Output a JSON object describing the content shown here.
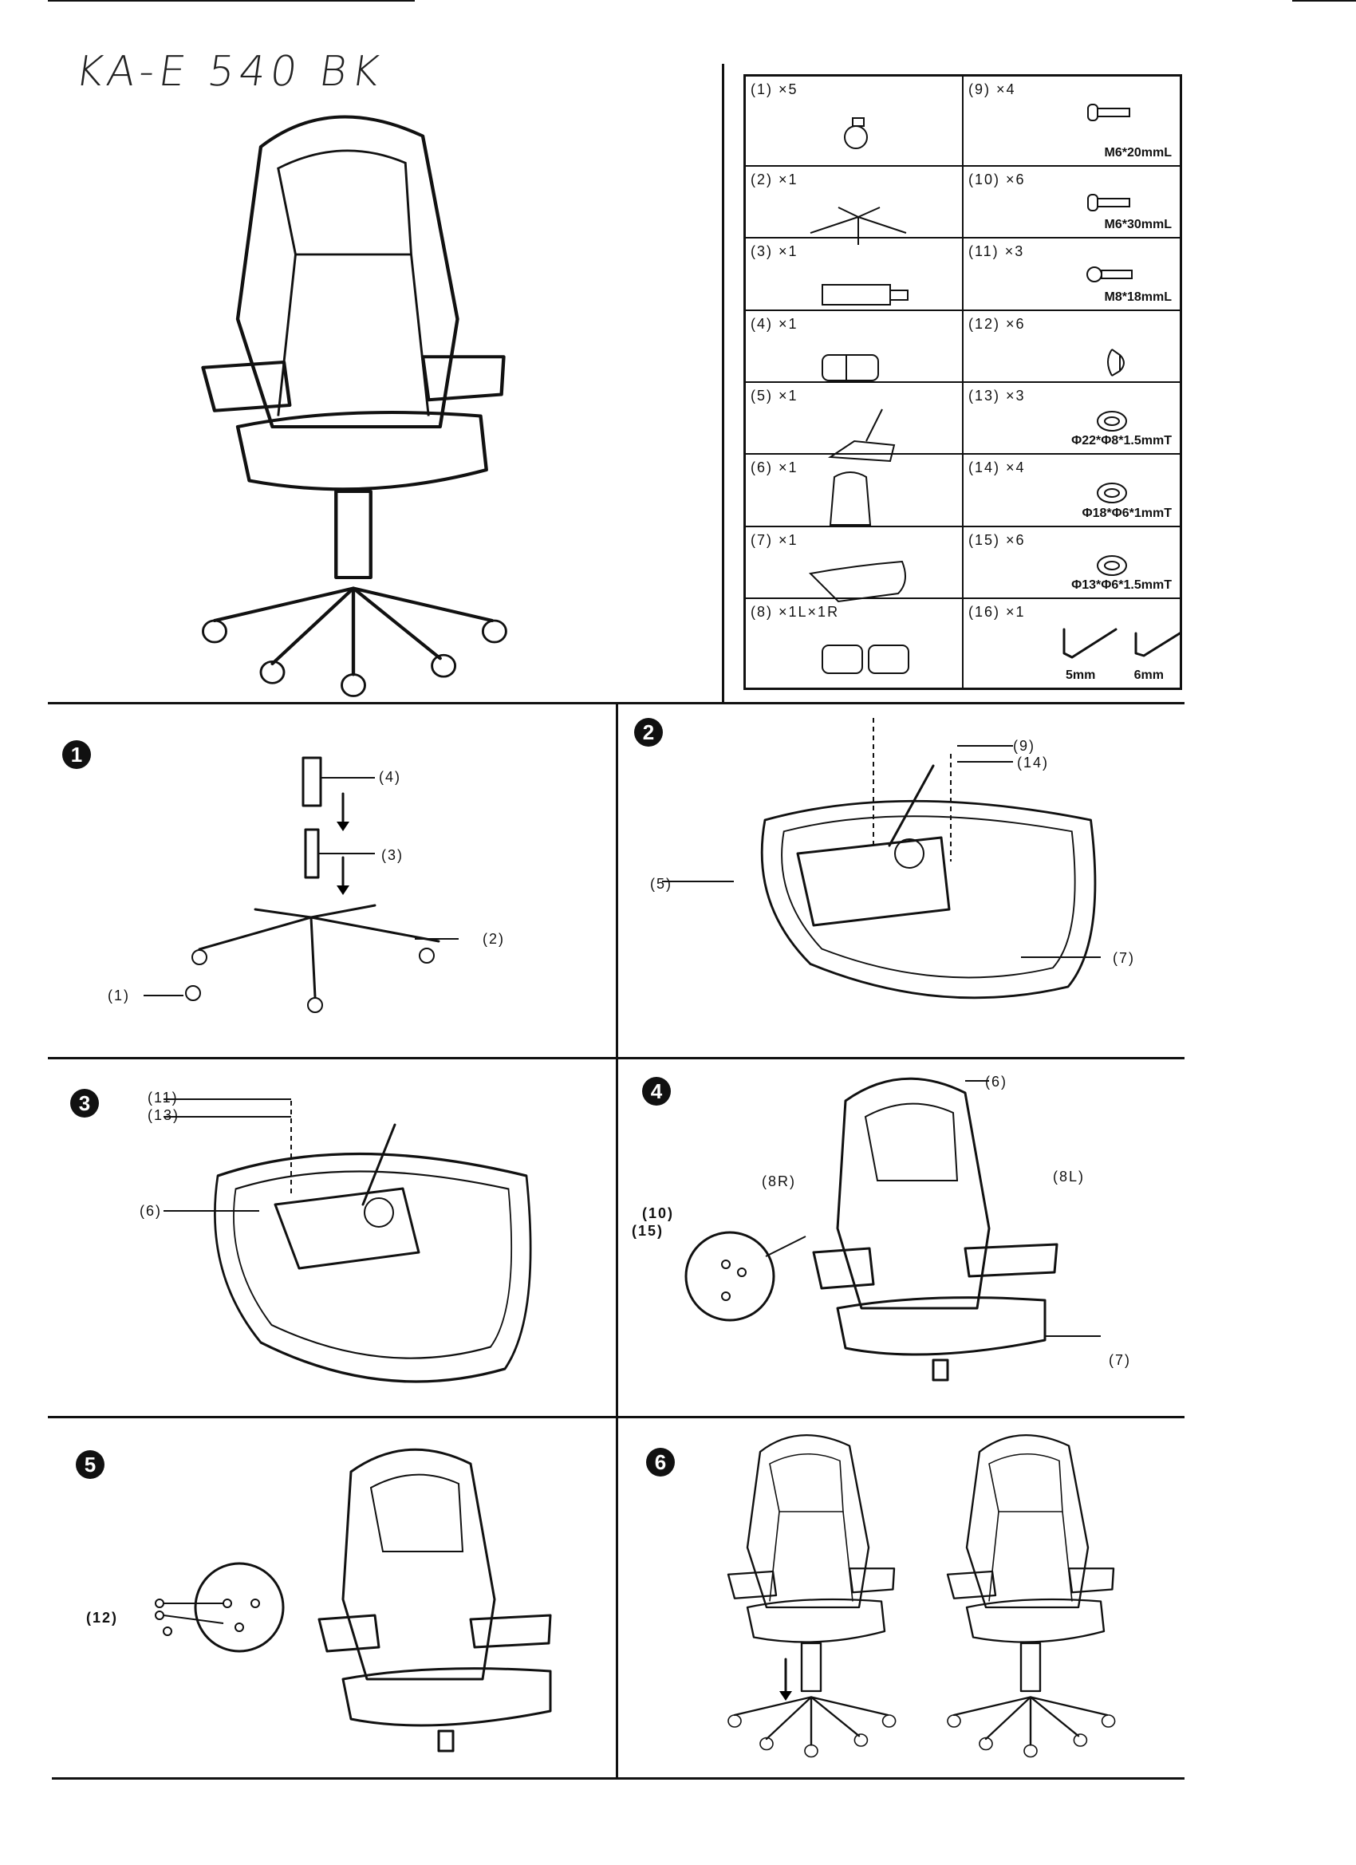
{
  "header": {
    "model_handwritten": "KA-E 540 BK"
  },
  "parts": [
    {
      "id": "(1)",
      "qty": "×5",
      "spec": "",
      "icon": "caster-wheel"
    },
    {
      "id": "(9)",
      "qty": "×4",
      "spec": "M6*20mmL",
      "icon": "bolt"
    },
    {
      "id": "(2)",
      "qty": "×1",
      "spec": "",
      "icon": "star-base"
    },
    {
      "id": "(10)",
      "qty": "×6",
      "spec": "M6*30mmL",
      "icon": "bolt"
    },
    {
      "id": "(3)",
      "qty": "×1",
      "spec": "",
      "icon": "gas-cylinder"
    },
    {
      "id": "(11)",
      "qty": "×3",
      "spec": "M8*18mmL",
      "icon": "hex-bolt"
    },
    {
      "id": "(4)",
      "qty": "×1",
      "spec": "",
      "icon": "cylinder-cover"
    },
    {
      "id": "(12)",
      "qty": "×6",
      "spec": "",
      "icon": "cap"
    },
    {
      "id": "(5)",
      "qty": "×1",
      "spec": "",
      "icon": "mechanism"
    },
    {
      "id": "(13)",
      "qty": "×3",
      "spec": "Φ22*Φ8*1.5mmT",
      "icon": "washer"
    },
    {
      "id": "(6)",
      "qty": "×1",
      "spec": "",
      "icon": "backrest"
    },
    {
      "id": "(14)",
      "qty": "×4",
      "spec": "Φ18*Φ6*1mmT",
      "icon": "washer"
    },
    {
      "id": "(7)",
      "qty": "×1",
      "spec": "",
      "icon": "seat"
    },
    {
      "id": "(15)",
      "qty": "×6",
      "spec": "Φ13*Φ6*1.5mmT",
      "icon": "washer"
    },
    {
      "id": "(8)",
      "qty": "×1L×1R",
      "spec": "",
      "icon": "armrests"
    },
    {
      "id": "(16)",
      "qty": "×1",
      "spec": "",
      "icon": "allen-keys",
      "sizes": [
        "5mm",
        "6mm"
      ]
    }
  ],
  "steps": [
    {
      "number": "1",
      "labels": [
        "(4)",
        "(3)",
        "(2)",
        "(1)"
      ]
    },
    {
      "number": "2",
      "labels": [
        "(9)",
        "(14)",
        "(5)",
        "(7)"
      ]
    },
    {
      "number": "3",
      "labels": [
        "(11)",
        "(13)",
        "(6)"
      ]
    },
    {
      "number": "4",
      "labels": [
        "(6)",
        "(8L)",
        "(8R)",
        "(10)",
        "(15)",
        "(7)"
      ]
    },
    {
      "number": "5",
      "labels": [
        "(12)"
      ]
    },
    {
      "number": "6",
      "labels": []
    }
  ]
}
